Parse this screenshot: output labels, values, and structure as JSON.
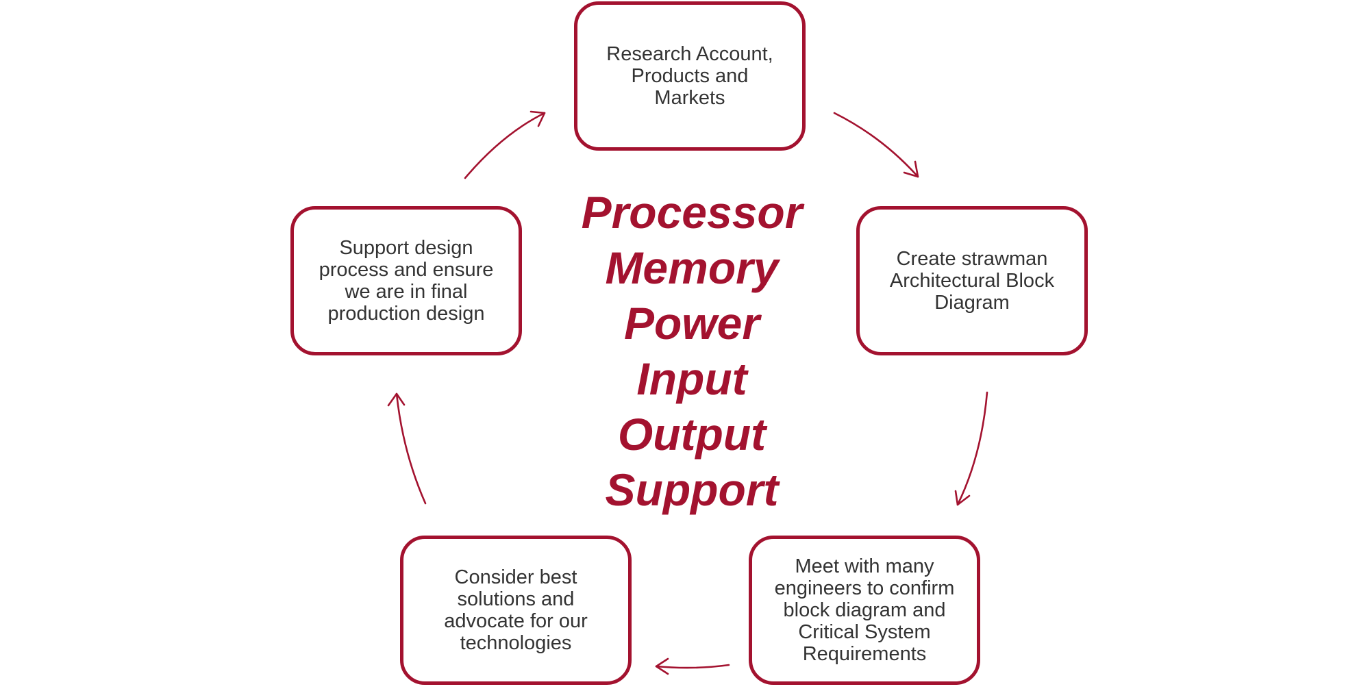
{
  "colors": {
    "accent": "#a3122f",
    "text": "#333333",
    "background": "#ffffff"
  },
  "steps": [
    {
      "label": "Research Account,\nProducts and\nMarkets"
    },
    {
      "label": "Create strawman\nArchitectural Block\nDiagram"
    },
    {
      "label": "Meet with many\nengineers to confirm\nblock diagram and\nCritical System\nRequirements"
    },
    {
      "label": "Consider best\nsolutions and\nadvocate for our\ntechnologies"
    },
    {
      "label": "Support design\nprocess and ensure\nwe are in final\nproduction design"
    }
  ],
  "center_items": [
    "Processor",
    "Memory",
    "Power",
    "Input",
    "Output",
    "Support"
  ],
  "arrows": [
    {
      "from": "Research Account",
      "to": "Create strawman",
      "icon": "curved-arrow-icon"
    },
    {
      "from": "Create strawman",
      "to": "Meet with many engineers",
      "icon": "curved-arrow-icon"
    },
    {
      "from": "Meet with many engineers",
      "to": "Consider best solutions",
      "icon": "curved-arrow-icon"
    },
    {
      "from": "Consider best solutions",
      "to": "Support design process",
      "icon": "curved-arrow-icon"
    },
    {
      "from": "Support design process",
      "to": "Research Account",
      "icon": "curved-arrow-icon"
    }
  ]
}
